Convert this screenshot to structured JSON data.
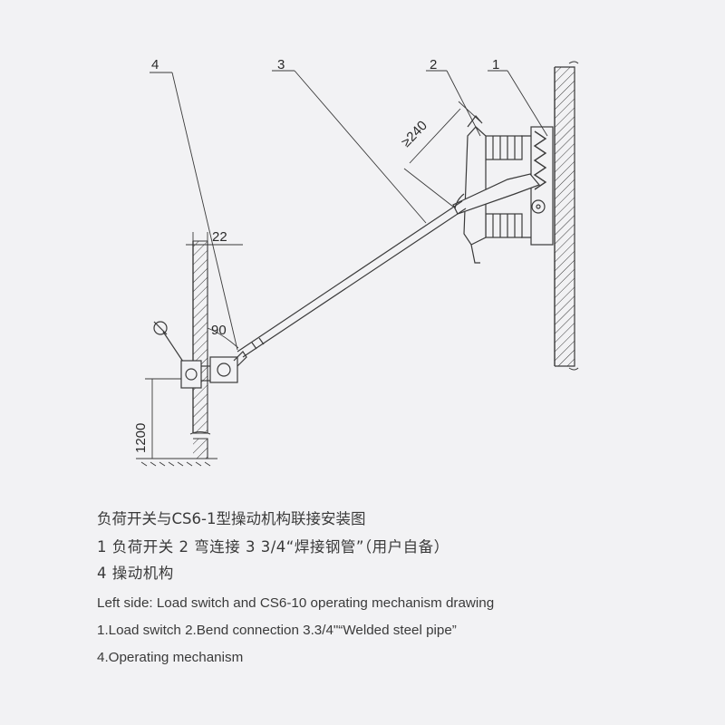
{
  "diagram": {
    "labels": {
      "part_1": "1",
      "part_2": "2",
      "part_3": "3",
      "part_4": "4",
      "dim_240": "≥240",
      "dim_22": "22",
      "dim_90": "90",
      "dim_1200": "1200"
    }
  },
  "caption": {
    "zh_title": "负荷开关与CS6-1型操动机构联接安装图",
    "zh_parts_1": "1 负荷开关  2 弯连接  3  3/4“焊接钢管”（用户自备）",
    "zh_parts_2": "4 操动机构",
    "en_title": "Left side: Load switch and CS6-10 operating mechanism drawing",
    "en_parts_1": "1.Load switch 2.Bend connection 3.3/4\"“Welded steel pipe”",
    "en_parts_2": "4.Operating mechanism"
  },
  "colors": {
    "background": "#f2f2f4",
    "line": "#3a3a3a"
  }
}
